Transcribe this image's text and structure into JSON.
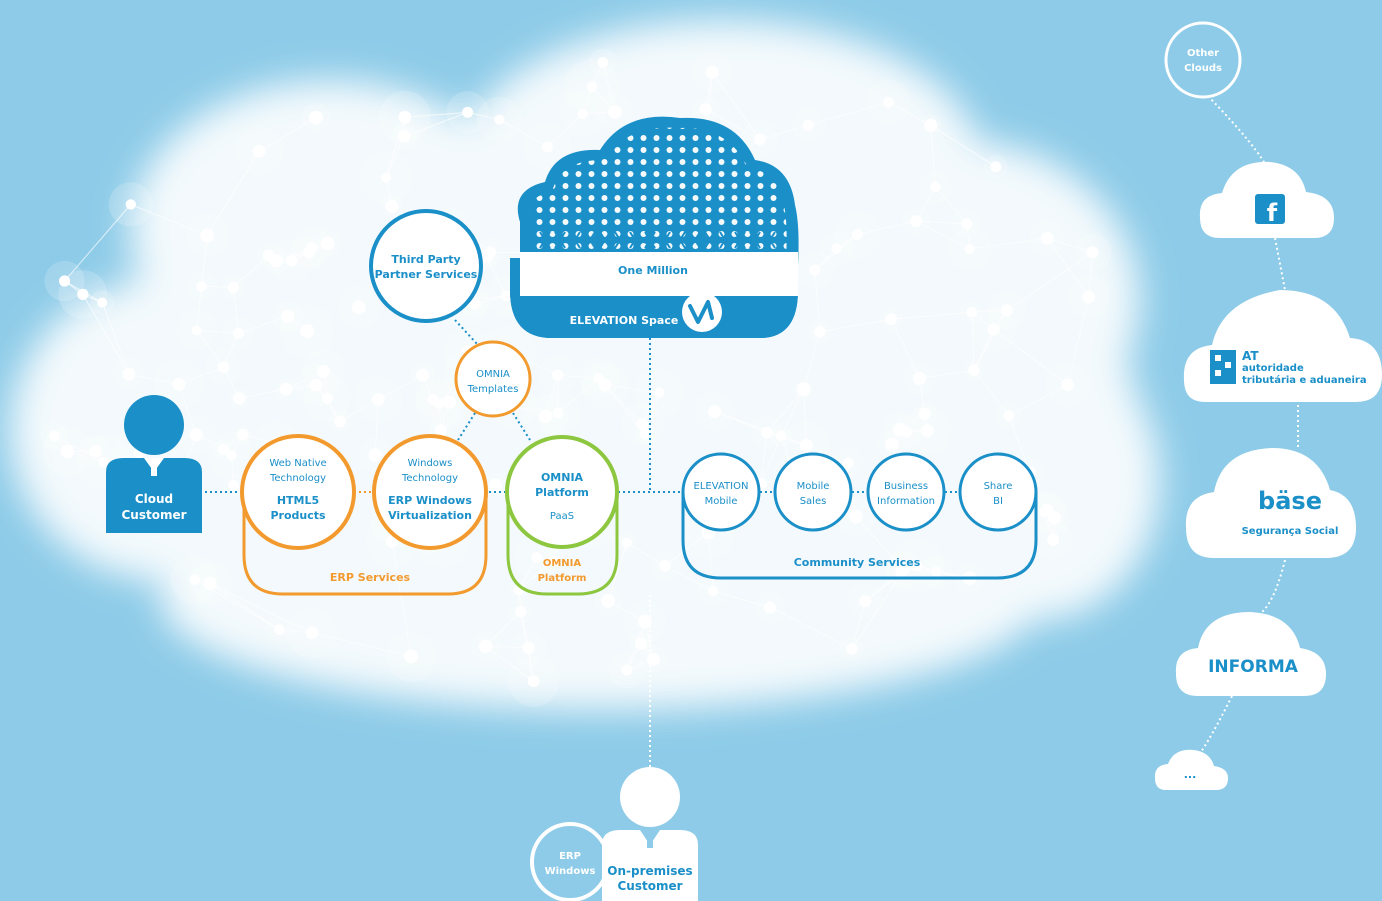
{
  "elevation_space": {
    "one_million": "One Million",
    "label": "ELEVATION Space"
  },
  "third_party": {
    "line1": "Third Party",
    "line2": "Partner Services"
  },
  "omnia_templates": {
    "line1": "OMNIA",
    "line2": "Templates"
  },
  "cloud_customer": {
    "line1": "Cloud",
    "line2": "Customer"
  },
  "erp": {
    "web_native": {
      "line1": "Web Native",
      "line2": "Technology",
      "line3": "HTML5",
      "line4": "Products"
    },
    "windows": {
      "line1": "Windows",
      "line2": "Technology",
      "line3": "ERP Windows",
      "line4": "Virtualization"
    },
    "group_label": "ERP Services"
  },
  "omnia_platform": {
    "line1": "OMNIA",
    "line2": "Platform",
    "line3": "PaaS",
    "footer1": "OMNIA",
    "footer2": "Platform"
  },
  "community": {
    "elevation_mobile": {
      "line1": "ELEVATION",
      "line2": "Mobile"
    },
    "mobile_sales": {
      "line1": "Mobile",
      "line2": "Sales"
    },
    "business_info": {
      "line1": "Business",
      "line2": "Information"
    },
    "share_bi": {
      "line1": "Share",
      "line2": "BI"
    },
    "group_label": "Community Services"
  },
  "on_premises": {
    "erp_line1": "ERP",
    "erp_line2": "Windows",
    "line1": "On-premises",
    "line2": "Customer"
  },
  "other_clouds": {
    "title_line1": "Other",
    "title_line2": "Clouds",
    "facebook": "f",
    "at_line1": "AT",
    "at_line2": "autoridade",
    "at_line3": "tributária e aduaneira",
    "base_logo": "bäse",
    "base_sub": "Segurança Social",
    "informa": "INFORMA",
    "more": "..."
  },
  "colors": {
    "blue": "#1a8fc8",
    "orange": "#f29a2e",
    "green": "#8dc63f",
    "sky": "#8dcbe8"
  }
}
